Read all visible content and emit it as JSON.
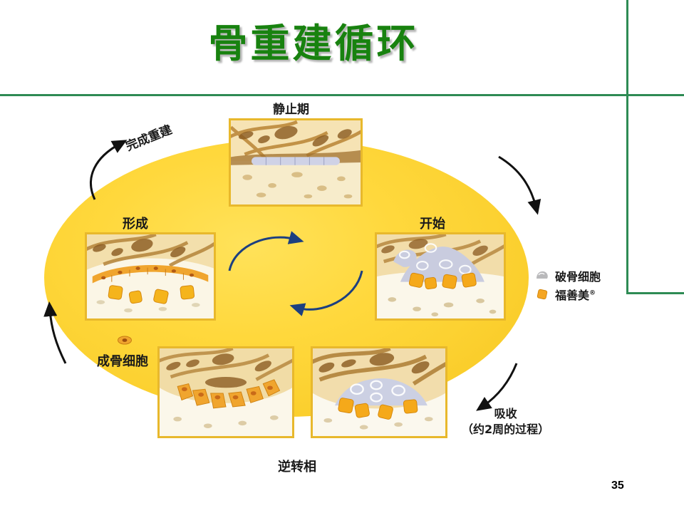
{
  "slide": {
    "title": "骨重建循环",
    "page_number": "35",
    "title_color": "#18820f",
    "rule_color": "#2e8b54",
    "ellipse_color": "#ffd83c"
  },
  "labels": {
    "quiescent": "静止期",
    "complete_remodeling": "完成重建",
    "formation": "形成",
    "initiation": "开始",
    "osteoblast": "成骨细胞",
    "reversal": "逆转相",
    "resorption_line1": "吸收",
    "resorption_line2": "（约2周的过程）"
  },
  "legend": {
    "items": [
      {
        "label": "破骨细胞",
        "sup": "",
        "icon": "osteoclast-blob-icon",
        "color": "#b9b9bb"
      },
      {
        "label": "福善美",
        "sup": "®",
        "icon": "fosamax-diamond-icon",
        "color": "#f5a623"
      }
    ]
  },
  "micrographs": [
    {
      "name": "quiescent-bone-image",
      "caption": "静止期"
    },
    {
      "name": "formation-bone-image",
      "caption": "形成"
    },
    {
      "name": "initiation-bone-image",
      "caption": "开始"
    },
    {
      "name": "reversal-bone-image",
      "caption": "逆转相"
    },
    {
      "name": "resorption-bone-image",
      "caption": "吸收"
    }
  ]
}
